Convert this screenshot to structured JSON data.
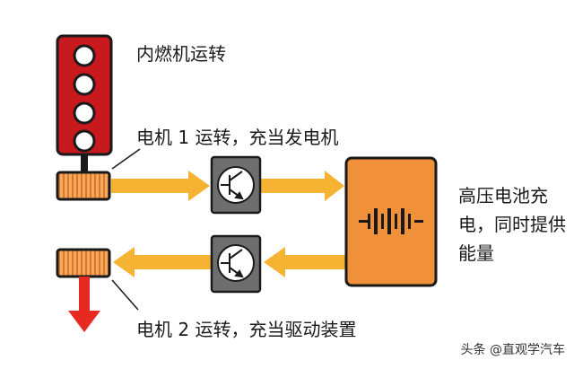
{
  "labels": {
    "engine": "内燃机运转",
    "motor1": "电机 1 运转，充当发电机",
    "motor2": "电机 2 运转，充当驱动装置",
    "battery": "高压电池充电，同时提供能量",
    "watermark": "头条 @直观学汽车"
  },
  "colors": {
    "engine_red": "#c8191e",
    "motor_orange": "#f0913a",
    "arrow_yellow": "#f6b333",
    "battery_orange": "#f0913a",
    "drive_arrow_red": "#e62a22",
    "switch_gray": "#6e6e6e"
  },
  "icons": [
    "transistor-icon",
    "battery-cell-icon"
  ]
}
